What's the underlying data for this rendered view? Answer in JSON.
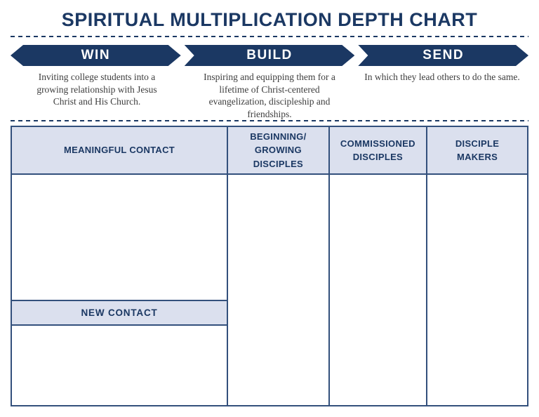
{
  "title": "SPIRITUAL MULTIPLICATION DEPTH CHART",
  "stages": [
    {
      "label": "WIN",
      "description": "Inviting college students into a growing relationship with Jesus Christ and His Church."
    },
    {
      "label": "BUILD",
      "description": "Inspiring and equipping them for a lifetime of Christ-centered evangelization, discipleship and friendships."
    },
    {
      "label": "SEND",
      "description": "In which they lead others to do the same."
    }
  ],
  "table": {
    "columns": [
      {
        "header": "MEANINGFUL CONTACT"
      },
      {
        "header": "BEGINNING/ GROWING DISCIPLES"
      },
      {
        "header": "COMMISSIONED DISCIPLES"
      },
      {
        "header": "DISCIPLE MAKERS"
      }
    ],
    "new_contact_label": "NEW CONTACT"
  },
  "colors": {
    "navy": "#1b3863",
    "header_fill": "#dbe0ee",
    "border": "#33507c",
    "description_text": "#3d3d3d"
  }
}
